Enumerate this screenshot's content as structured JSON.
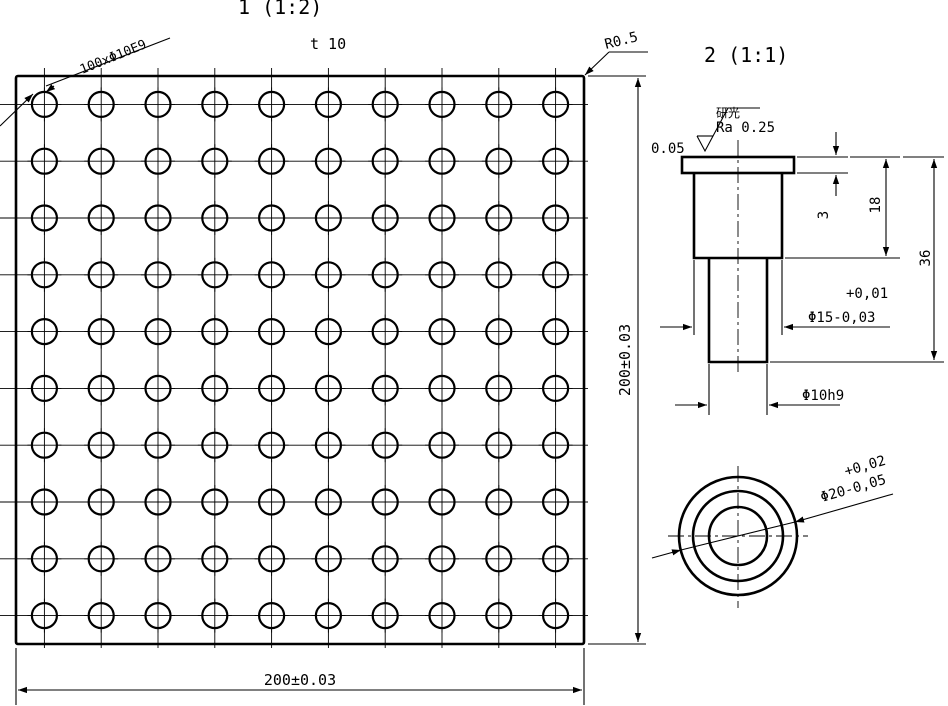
{
  "view1": {
    "title": "1 (1:2)",
    "thickness_label": "t 10",
    "corner_radius_label": "R0.5",
    "holes_label": "100xΦ10E9",
    "holes_grid": {
      "rows": 10,
      "cols": 10
    },
    "width_dim": "200±0.03",
    "height_dim": "200±0.03"
  },
  "view2": {
    "title": "2 (1:1)",
    "surface_note": "研光",
    "roughness": "Ra 0.25",
    "flatness": "0.05",
    "dim_3": "3",
    "dim_18": "18",
    "dim_36": "36",
    "tol_upper_15": "+0,01",
    "dim_15": "Φ15-0,03",
    "dim_10": "Φ10h9",
    "tol_upper_20": "+0,02",
    "dim_20": "Φ20-0,05"
  }
}
